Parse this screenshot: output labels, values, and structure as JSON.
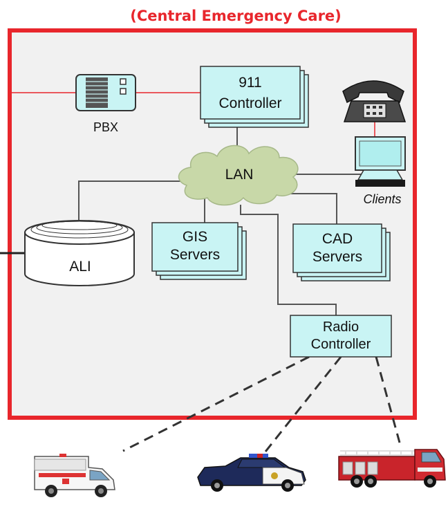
{
  "title": "(Central Emergency Care)",
  "colors": {
    "frame": "#e8262c",
    "box_fill": "#c9f4f4",
    "box_stroke": "#333333",
    "background": "#f1f1f1",
    "lan_cloud": "#c8d8a8"
  },
  "nodes": {
    "pbx": {
      "label": "PBX",
      "icon": "pbx-icon"
    },
    "controller_911": {
      "line1": "911",
      "line2": "Controller"
    },
    "lan": {
      "label": "LAN",
      "icon": "cloud-icon"
    },
    "phone": {
      "icon": "telephone-icon"
    },
    "clients": {
      "label": "Clients",
      "icon": "computer-monitor-icon"
    },
    "ali": {
      "label": "ALI",
      "icon": "database-cylinder-icon"
    },
    "gis": {
      "line1": "GIS",
      "line2": "Servers"
    },
    "cad": {
      "line1": "CAD",
      "line2": "Servers"
    },
    "radio": {
      "line1": "Radio",
      "line2": "Controller"
    }
  },
  "vehicles": [
    {
      "name": "ambulance",
      "icon": "ambulance-icon"
    },
    {
      "name": "police-car",
      "icon": "police-car-icon"
    },
    {
      "name": "fire-truck",
      "icon": "fire-truck-icon"
    }
  ]
}
